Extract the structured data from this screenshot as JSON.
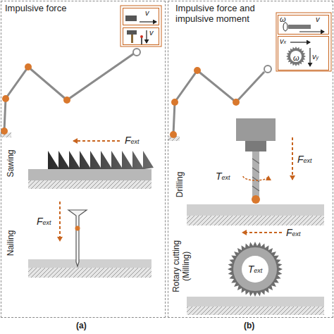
{
  "diagram": {
    "nodes": [
      {
        "text": [
          "Impulsive force"
        ]
      },
      {
        "text": [
          "Impulsive force and impulsive moment"
        ]
      },
      {
        "text": [
          "v"
        ],
        "in": 0
      },
      {
        "text": [
          "v"
        ],
        "in": 0
      },
      {
        "text": [
          "ω",
          "v"
        ],
        "in": 1
      },
      {
        "text": [
          "vx",
          "ω",
          "vy"
        ],
        "in": 1
      }
    ],
    "labels": [
      "Fext",
      "Sawing",
      "Fext",
      "Nailing",
      "(a)",
      "Drilling",
      "Fext",
      "Text",
      "Rotary cutting (Milling)",
      "Fext",
      "Text",
      "(b)"
    ]
  }
}
